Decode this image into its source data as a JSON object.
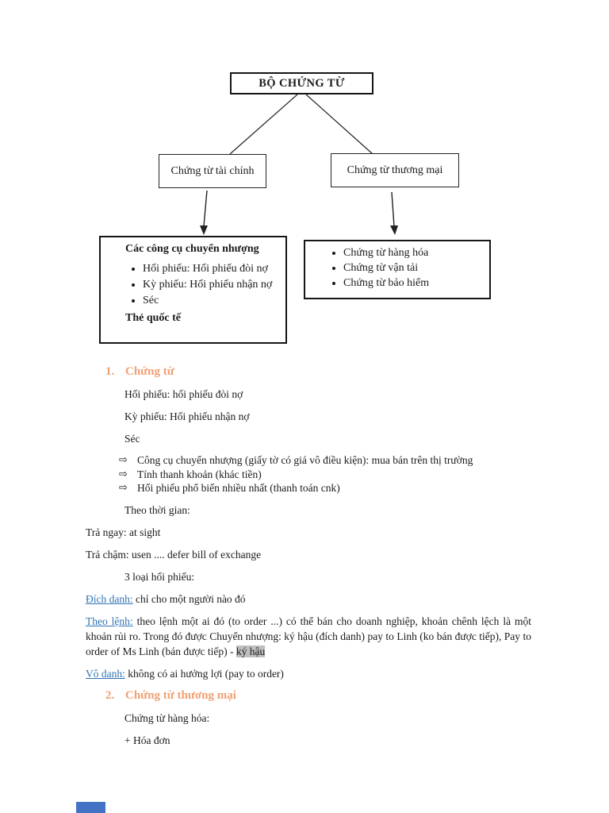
{
  "colors": {
    "accent_orange": "#F0A074",
    "link_blue": "#2E74B5",
    "highlight_gray": "#BFBFBF",
    "fragment_blue": "#4472C4",
    "ink": "#1a1a1a"
  },
  "diagram": {
    "root": "BỘ CHỨNG TỪ",
    "branch_left": "Chứng từ tài chính",
    "branch_right": "Chứng từ thương mại",
    "transfer_box": {
      "title": "Các công cụ chuyển nhượng",
      "items": [
        "Hối phiếu: Hối phiếu đòi nợ",
        "Kỳ phiếu: Hối phiếu nhận nợ",
        "Séc"
      ],
      "footer": "Thẻ quốc tế"
    },
    "commercial_box": {
      "items": [
        "Chứng từ hàng hóa",
        "Chứng từ vận tải",
        "Chứng từ bảo hiểm"
      ]
    }
  },
  "sections": {
    "one": {
      "number": "1.",
      "title": "Chứng từ"
    },
    "two": {
      "number": "2.",
      "title": "Chứng từ thương mại"
    }
  },
  "body": {
    "hoi_phieu": "Hối phiếu: hối phiếu đòi nợ",
    "ky_phieu": "Kỳ phiếu: Hối phiếu nhận nợ",
    "sec": "Séc",
    "arrow_glyph": "⇨",
    "arrow_items": [
      "Công cụ chuyển nhượng (giấy tờ có giá vô điều kiện): mua bán trên thị trường",
      "Tính thanh khoản (khác tiền)",
      "Hối phiếu phổ biến nhiều nhất (thanh toán cnk)"
    ],
    "theo_thoi_gian": "Theo thời gian:",
    "tra_ngay": "Trả ngay: at sight",
    "tra_cham": "Trả chậm: usen .... defer bill of exchange",
    "ba_loai": "3 loại hối phiếu:",
    "dich_danh": {
      "lead": "Đích danh:",
      "text": " chỉ cho một người nào đó"
    },
    "theo_lenh": {
      "lead": "Theo lệnh:",
      "text": " theo lệnh một ai đó (to order ...) có thể bán cho doanh nghiệp, khoản chênh lệch là một khoản rủi ro. Trong đó được Chuyển nhượng: ký hậu (đích danh) pay to Linh (ko bán được tiếp), Pay to order of Ms Linh (bán được tiếp) - ",
      "highlight": "ký hậu"
    },
    "vo_danh": {
      "lead": "Vô danh:",
      "text": " không có ai hưởng lợi (pay to order)"
    },
    "hang_hoa": "Chứng từ hàng hóa:",
    "hoa_don": "+ Hóa đơn"
  }
}
